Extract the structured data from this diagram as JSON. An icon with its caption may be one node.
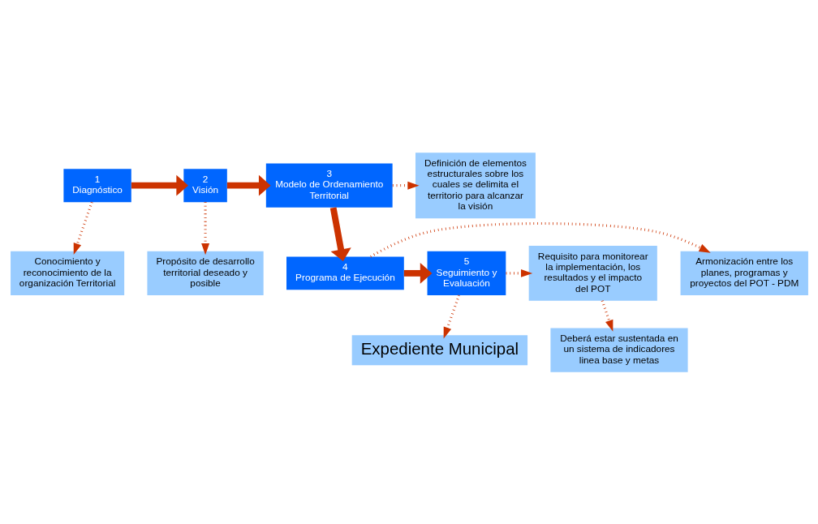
{
  "diagram": {
    "nodes": [
      {
        "text": [
          "1",
          "Diagnóstico"
        ]
      },
      {
        "text": [
          "2",
          "Visión"
        ]
      },
      {
        "text": [
          "3",
          "Modelo de Ordenamiento Territorial"
        ]
      },
      {
        "text": [
          "Definición de elementos estructurales sobre los cuales se delimita el territorio para alcanzar la visión"
        ]
      },
      {
        "text": [
          "Conocimiento y reconocimiento de la organización Territorial"
        ]
      },
      {
        "text": [
          "Propósito de desarrollo territorial deseado y posible"
        ]
      },
      {
        "text": [
          "4",
          "Programa de Ejecución"
        ]
      },
      {
        "text": [
          "Armonización entre los planes, programas y proyectos del POT - PDM"
        ]
      },
      {
        "text": [
          "5",
          "Seguimiento y Evaluación"
        ]
      },
      {
        "text": [
          "Requisito para monitorear la implementación, los resultados y el impacto del POT"
        ]
      },
      {
        "text": [
          "Deberá estar sustentada en un sistema de indicadores linea base y metas"
        ]
      },
      {
        "text": [
          "Expediente Municipal"
        ]
      }
    ],
    "edges": [
      {
        "from": 0,
        "to": 1,
        "arrow": "to",
        "style": "thick"
      },
      {
        "from": 1,
        "to": 2,
        "arrow": "to",
        "style": "thick"
      },
      {
        "from": 2,
        "to": 3,
        "arrow": "to",
        "style": "dashed"
      },
      {
        "from": 0,
        "to": 4,
        "arrow": "to",
        "style": "dashed"
      },
      {
        "from": 1,
        "to": 5,
        "arrow": "to",
        "style": "dashed"
      },
      {
        "from": 2,
        "to": 6,
        "arrow": "to",
        "style": "thick"
      },
      {
        "from": 6,
        "to": 8,
        "arrow": "to",
        "style": "thick"
      },
      {
        "from": 6,
        "to": 7,
        "arrow": "to",
        "style": "dashed"
      },
      {
        "from": 8,
        "to": 9,
        "arrow": "to",
        "style": "dashed"
      },
      {
        "from": 9,
        "to": 10,
        "arrow": "to",
        "style": "dashed"
      },
      {
        "from": 8,
        "to": 11,
        "arrow": "to",
        "style": "dashed"
      }
    ]
  }
}
